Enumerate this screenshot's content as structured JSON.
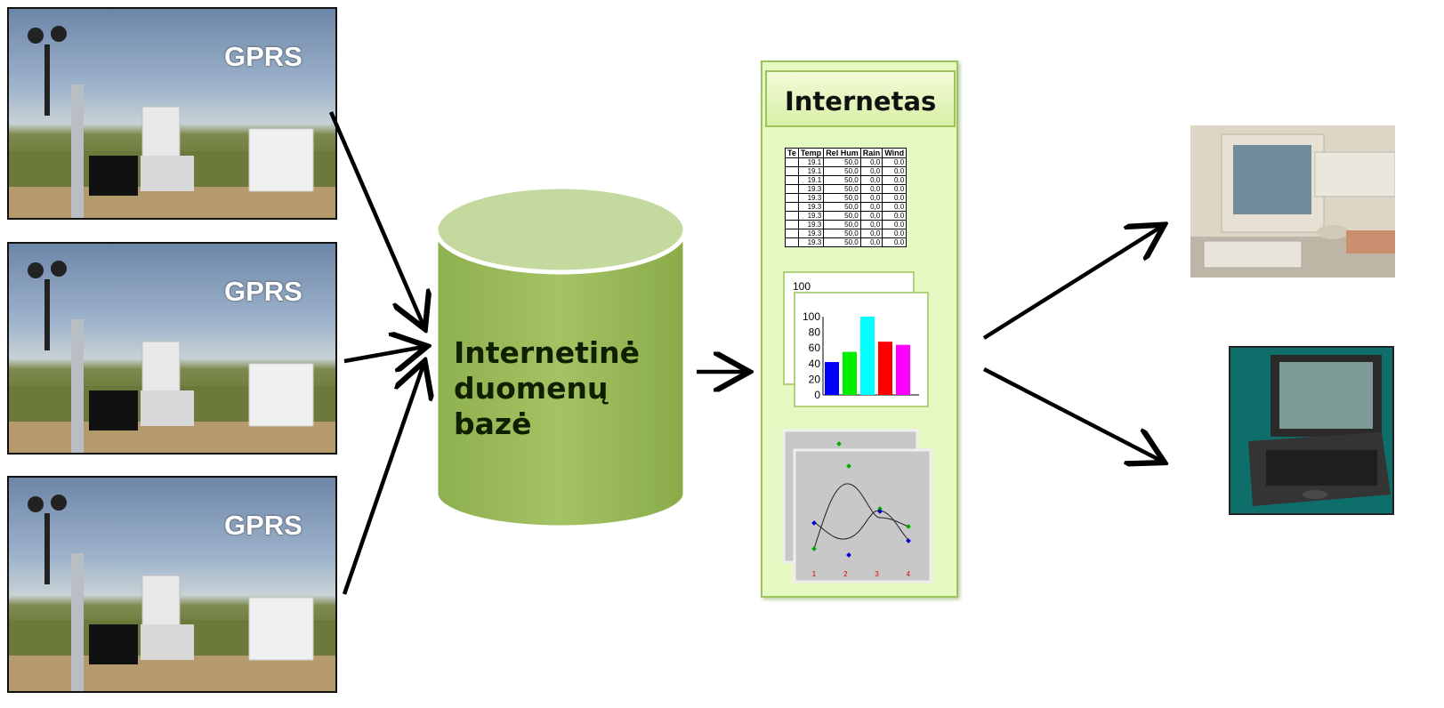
{
  "stations": [
    {
      "label": "GPRS"
    },
    {
      "label": "GPRS"
    },
    {
      "label": "GPRS"
    }
  ],
  "database": {
    "label_line1": "Internetinė",
    "label_line2": "duomenų bazė",
    "color": "#9aba59"
  },
  "panel": {
    "title": "Internetas",
    "table": {
      "headers": [
        "Te",
        "Temp",
        "Rel Hum",
        "Rain",
        "Wind"
      ],
      "rows": [
        [
          "",
          "19.1",
          "50,0",
          "0,0",
          "0.0"
        ],
        [
          "",
          "19.1",
          "50,0",
          "0,0",
          "0.0"
        ],
        [
          "",
          "19.1",
          "50,0",
          "0,0",
          "0.0"
        ],
        [
          "",
          "19.3",
          "50,0",
          "0,0",
          "0.0"
        ],
        [
          "",
          "19.3",
          "50,0",
          "0,0",
          "0.0"
        ],
        [
          "",
          "19.3",
          "50,0",
          "0,0",
          "0.0"
        ],
        [
          "",
          "19.3",
          "50,0",
          "0,0",
          "0.0"
        ],
        [
          "",
          "19.3",
          "50,0",
          "0,0",
          "0.0"
        ],
        [
          "",
          "19.3",
          "50,0",
          "0,0",
          "0.0"
        ],
        [
          "",
          "19.3",
          "50,0",
          "0,0",
          "0.0"
        ]
      ]
    },
    "bar_chart": {
      "back_tick": "100",
      "y_ticks": [
        "0",
        "20",
        "40",
        "60",
        "80",
        "100"
      ],
      "values": [
        42,
        55,
        100,
        68,
        64
      ],
      "colors": [
        "#0000ff",
        "#00ee00",
        "#00ffff",
        "#ff0000",
        "#ff00ff"
      ]
    },
    "scatter_chart": {
      "x_ticks": [
        "1",
        "2",
        "3",
        "4"
      ]
    }
  },
  "devices": [
    {
      "name": "desktop-computer"
    },
    {
      "name": "laptop-computer"
    }
  ]
}
